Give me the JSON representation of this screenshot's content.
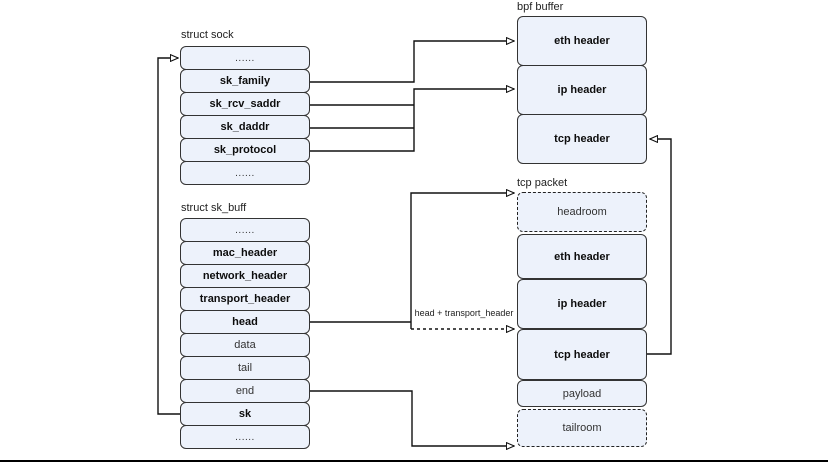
{
  "sock": {
    "title": "struct sock",
    "rows": [
      {
        "label": "......"
      },
      {
        "label": "sk_family"
      },
      {
        "label": "sk_rcv_saddr"
      },
      {
        "label": "sk_daddr"
      },
      {
        "label": "sk_protocol"
      },
      {
        "label": "......"
      }
    ]
  },
  "sk_buff": {
    "title": "struct sk_buff",
    "rows": [
      {
        "label": "......"
      },
      {
        "label": "mac_header"
      },
      {
        "label": "network_header"
      },
      {
        "label": "transport_header"
      },
      {
        "label": "head"
      },
      {
        "label": "data"
      },
      {
        "label": "tail"
      },
      {
        "label": "end"
      },
      {
        "label": "sk"
      },
      {
        "label": "......"
      }
    ]
  },
  "bpf_buffer": {
    "title": "bpf buffer",
    "rows": [
      {
        "label": "eth header"
      },
      {
        "label": "ip header"
      },
      {
        "label": "tcp header"
      }
    ]
  },
  "tcp_packet": {
    "title": "tcp packet",
    "rows": [
      {
        "label": "headroom"
      },
      {
        "label": "eth header"
      },
      {
        "label": "ip header"
      },
      {
        "label": "tcp header"
      },
      {
        "label": "payload"
      },
      {
        "label": "tailroom"
      }
    ]
  },
  "connectors": {
    "head_transport_label": "head + transport_header"
  },
  "colors": {
    "box_fill": "#edf2fb",
    "box_border": "#333333",
    "line": "#111111",
    "background": "#ffffff"
  }
}
